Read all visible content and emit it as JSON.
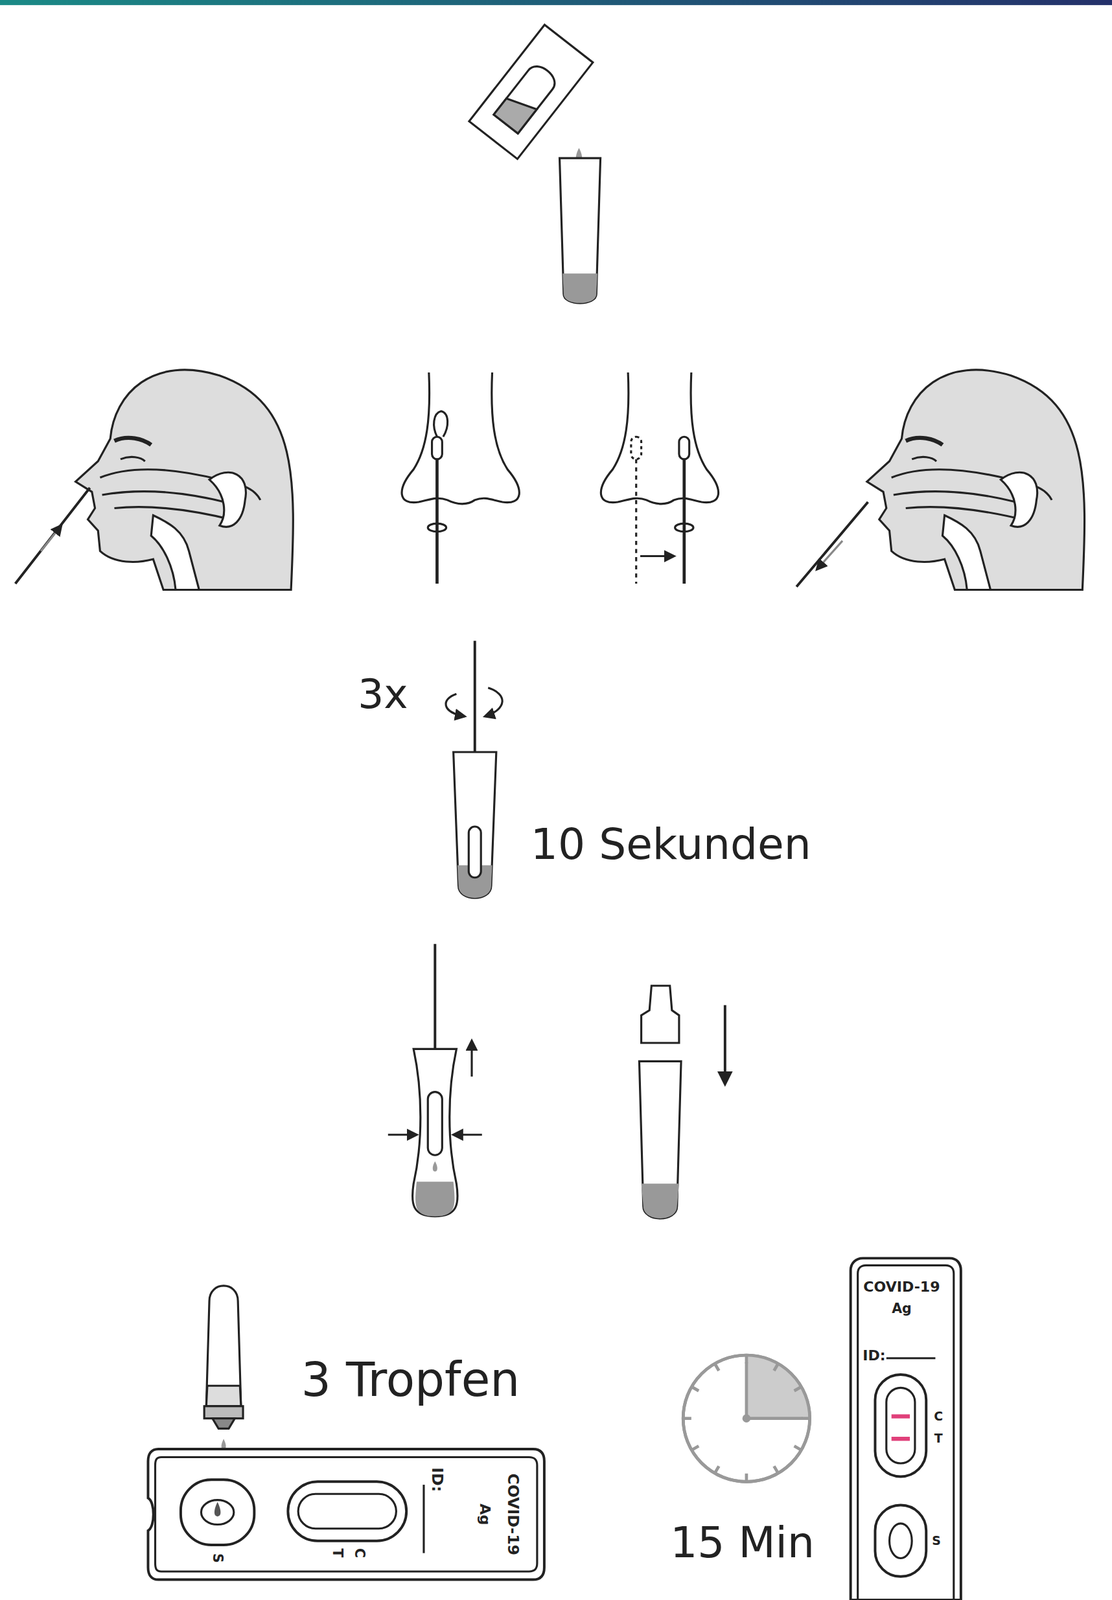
{
  "diagram": {
    "labels": [
      "3x",
      "10 Sekunden",
      "3 Tropfen",
      "COVID-19",
      "Ag",
      "ID:",
      "T",
      "C",
      "S",
      "15 Min",
      "COVID-19",
      "Ag",
      "ID:",
      "C",
      "T",
      "S"
    ]
  }
}
